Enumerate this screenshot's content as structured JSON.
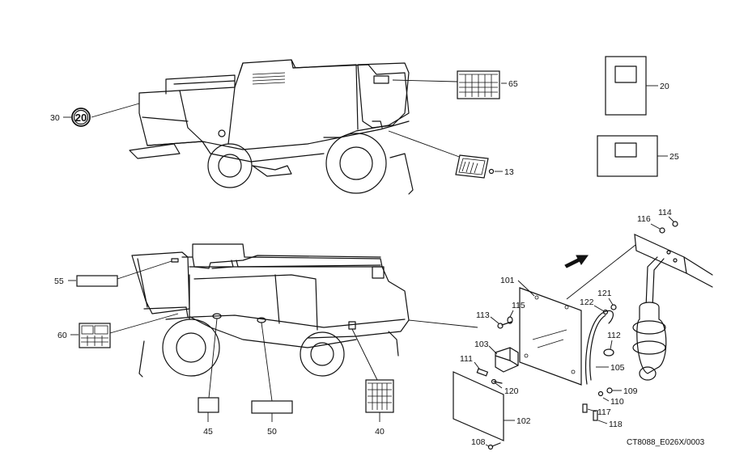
{
  "figure_code": "CT8088_E026X/0003",
  "speed_badge": "20",
  "callouts": {
    "c13": "13",
    "c20": "20",
    "c25": "25",
    "c30": "30",
    "c40": "40",
    "c45": "45",
    "c50": "50",
    "c55": "55",
    "c60": "60",
    "c65": "65",
    "c101": "101",
    "c102": "102",
    "c103": "103",
    "c105": "105",
    "c108": "108",
    "c109": "109",
    "c110": "110",
    "c111": "111",
    "c112": "112",
    "c113": "113",
    "c114": "114",
    "c115": "115",
    "c116": "116",
    "c117": "117",
    "c118": "118",
    "c120": "120",
    "c121": "121",
    "c122": "122"
  }
}
